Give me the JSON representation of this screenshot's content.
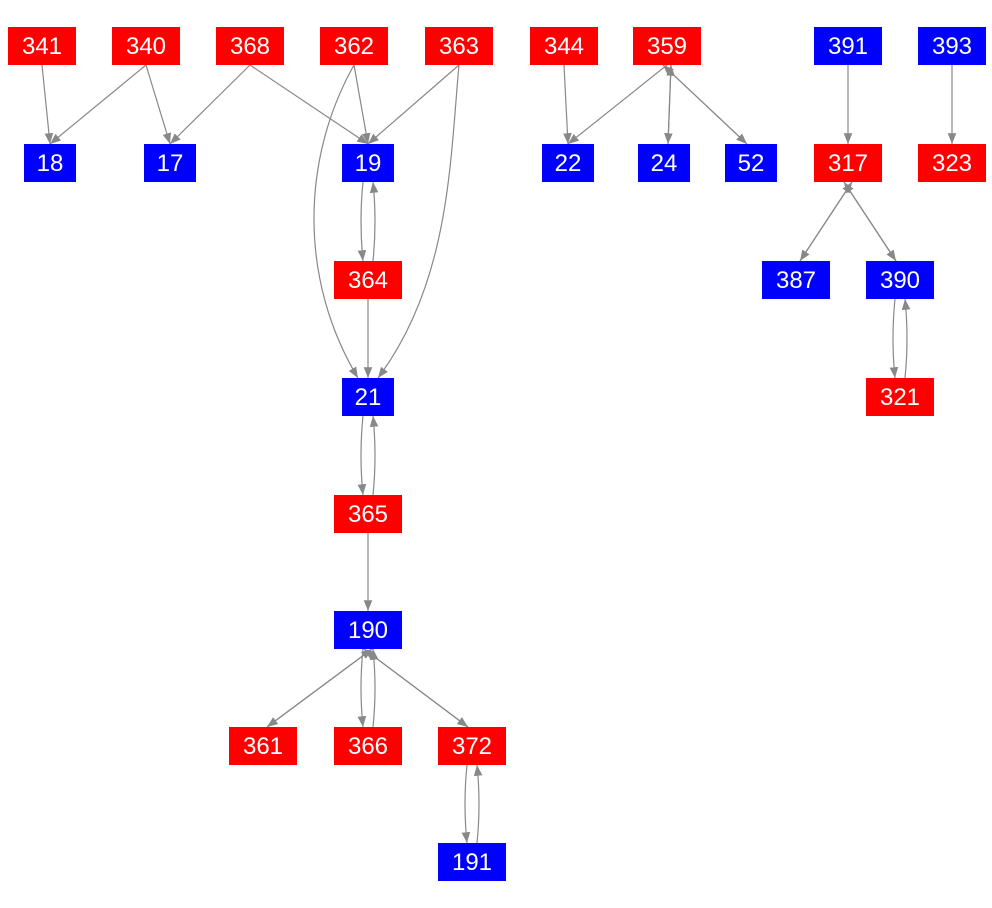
{
  "colors": {
    "red": "#ff0000",
    "blue": "#0000ff",
    "edge": "#888888"
  },
  "nodes": [
    {
      "id": "341",
      "color": "red"
    },
    {
      "id": "340",
      "color": "red"
    },
    {
      "id": "368",
      "color": "red"
    },
    {
      "id": "362",
      "color": "red"
    },
    {
      "id": "363",
      "color": "red"
    },
    {
      "id": "344",
      "color": "red"
    },
    {
      "id": "359",
      "color": "red"
    },
    {
      "id": "391",
      "color": "blue"
    },
    {
      "id": "393",
      "color": "blue"
    },
    {
      "id": "18",
      "color": "blue"
    },
    {
      "id": "17",
      "color": "blue"
    },
    {
      "id": "19",
      "color": "blue"
    },
    {
      "id": "22",
      "color": "blue"
    },
    {
      "id": "24",
      "color": "blue"
    },
    {
      "id": "52",
      "color": "blue"
    },
    {
      "id": "317",
      "color": "red"
    },
    {
      "id": "323",
      "color": "red"
    },
    {
      "id": "364",
      "color": "red"
    },
    {
      "id": "387",
      "color": "blue"
    },
    {
      "id": "390",
      "color": "blue"
    },
    {
      "id": "21",
      "color": "blue"
    },
    {
      "id": "321",
      "color": "red"
    },
    {
      "id": "365",
      "color": "red"
    },
    {
      "id": "190",
      "color": "blue"
    },
    {
      "id": "361",
      "color": "red"
    },
    {
      "id": "366",
      "color": "red"
    },
    {
      "id": "372",
      "color": "red"
    },
    {
      "id": "191",
      "color": "blue"
    }
  ],
  "edges": [
    [
      "341",
      "18"
    ],
    [
      "340",
      "18"
    ],
    [
      "340",
      "17"
    ],
    [
      "368",
      "17"
    ],
    [
      "368",
      "19"
    ],
    [
      "362",
      "19"
    ],
    [
      "362",
      "21"
    ],
    [
      "363",
      "19"
    ],
    [
      "363",
      "21"
    ],
    [
      "19",
      "364"
    ],
    [
      "364",
      "19"
    ],
    [
      "364",
      "21"
    ],
    [
      "21",
      "365"
    ],
    [
      "365",
      "21"
    ],
    [
      "365",
      "190"
    ],
    [
      "190",
      "361"
    ],
    [
      "361",
      "190"
    ],
    [
      "190",
      "366"
    ],
    [
      "366",
      "190"
    ],
    [
      "190",
      "372"
    ],
    [
      "372",
      "190"
    ],
    [
      "372",
      "191"
    ],
    [
      "191",
      "372"
    ],
    [
      "344",
      "22"
    ],
    [
      "359",
      "22"
    ],
    [
      "359",
      "24"
    ],
    [
      "24",
      "359"
    ],
    [
      "359",
      "52"
    ],
    [
      "52",
      "359"
    ],
    [
      "391",
      "317"
    ],
    [
      "393",
      "323"
    ],
    [
      "317",
      "387"
    ],
    [
      "387",
      "317"
    ],
    [
      "317",
      "390"
    ],
    [
      "390",
      "317"
    ],
    [
      "390",
      "321"
    ],
    [
      "321",
      "390"
    ]
  ]
}
